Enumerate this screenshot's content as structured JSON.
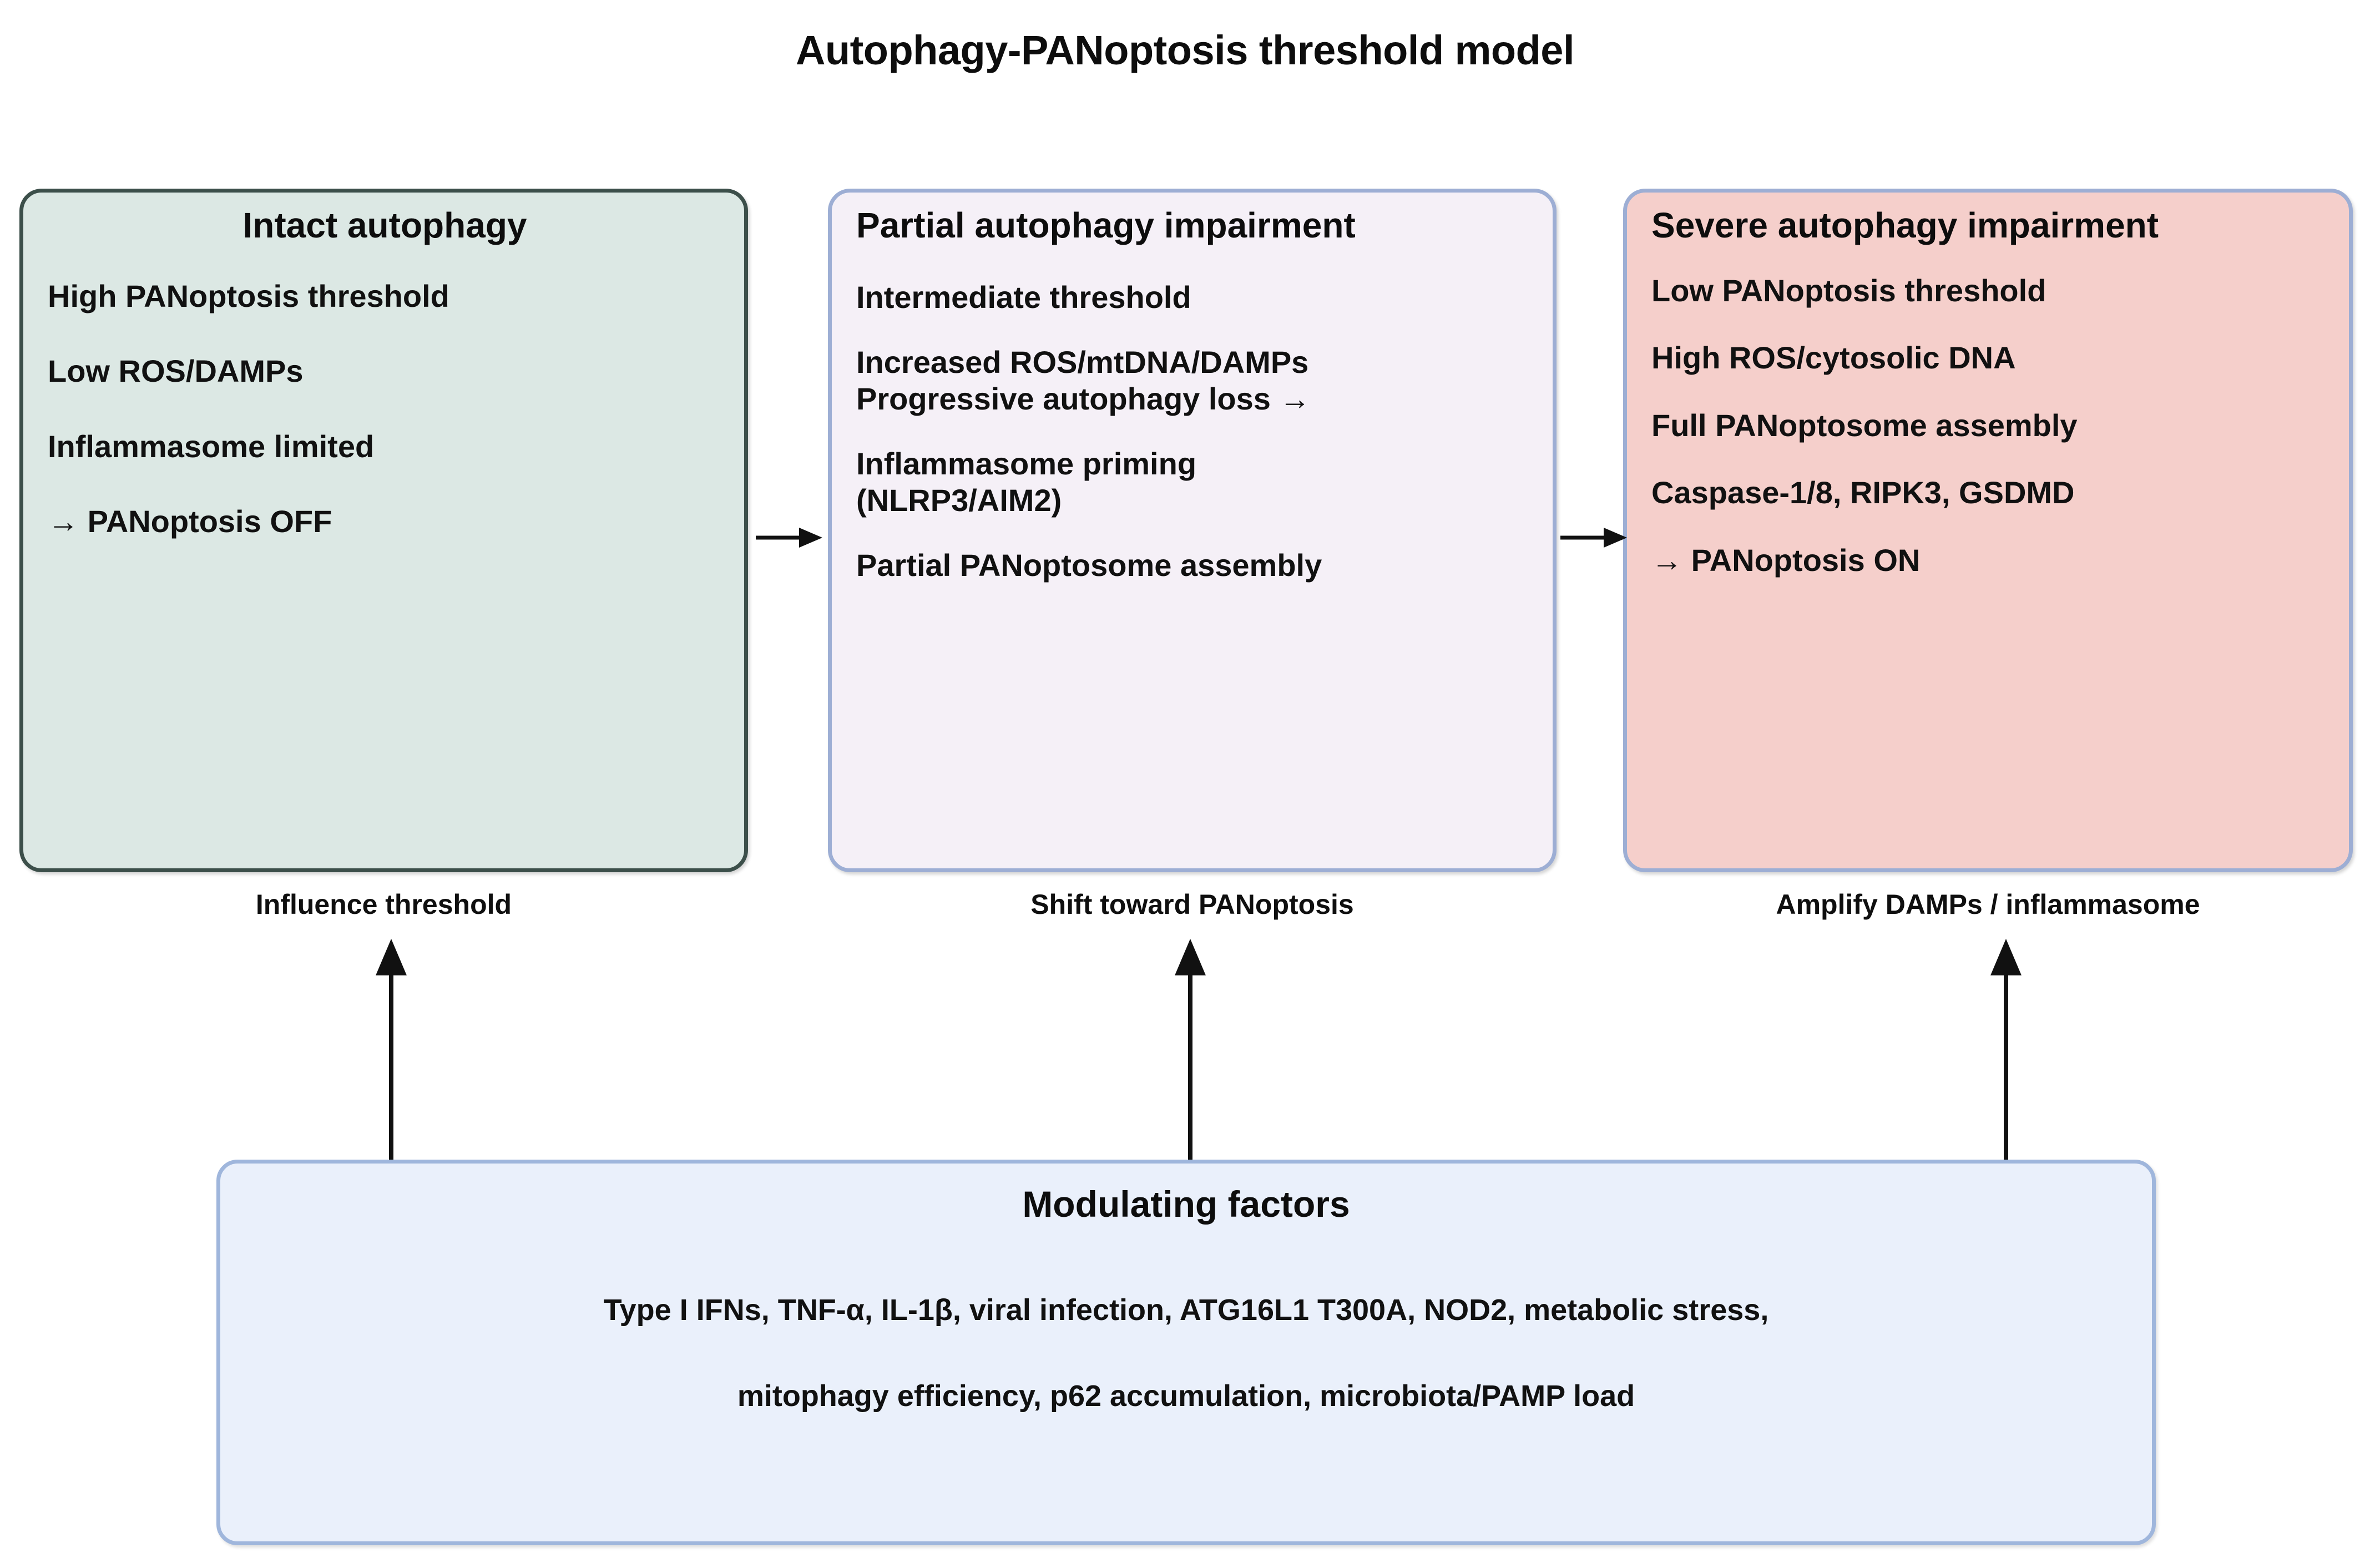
{
  "title": "Autophagy-PANoptosis threshold model",
  "colors": {
    "intact_fill": "#dce8e4",
    "intact_border": "#3c4f4a",
    "partial_fill": "#f5f0f7",
    "partial_border": "#9daed4",
    "severe_fill": "#f5cfcb",
    "severe_border": "#9daed4",
    "modulating_fill": "#eaf0fb",
    "modulating_border": "#9fb6dc",
    "panoptosis_off": "#4e8443",
    "panoptosis_on": "#cf3d2f",
    "arrow": "#111111"
  },
  "stages": [
    {
      "id": "intact",
      "title": "Intact autophagy",
      "caption": "Influence threshold",
      "bullets": [
        "High PANoptosis threshold",
        "Low ROS/DAMPs",
        "Inflammasome limited"
      ],
      "outcome_arrow": "→",
      "outcome": "PANoptosis OFF"
    },
    {
      "id": "partial",
      "title": "Partial autophagy impairment",
      "caption": "Shift toward PANoptosis",
      "bullets": [
        "Intermediate threshold",
        "Increased ROS/mtDNA/DAMPs\nProgressive autophagy loss →",
        "Inflammasome priming\n(NLRP3/AIM2)",
        "Partial PANoptosome assembly"
      ],
      "outcome_arrow": "",
      "outcome": ""
    },
    {
      "id": "severe",
      "title": "Severe autophagy impairment",
      "caption": "Amplify DAMPs / inflammasome",
      "bullets": [
        "Low PANoptosis threshold",
        "High ROS/cytosolic DNA",
        "Full PANoptosome assembly",
        "Caspase-1/8, RIPK3, GSDMD"
      ],
      "outcome_arrow": "→",
      "outcome": "PANoptosis ON"
    }
  ],
  "modulating": {
    "title": "Modulating factors",
    "line1": "Type I IFNs, TNF-α, IL-1β, viral infection, ATG16L1 T300A, NOD2, metabolic stress,",
    "line2": "mitophagy efficiency, p62 accumulation, microbiota/PAMP load"
  }
}
